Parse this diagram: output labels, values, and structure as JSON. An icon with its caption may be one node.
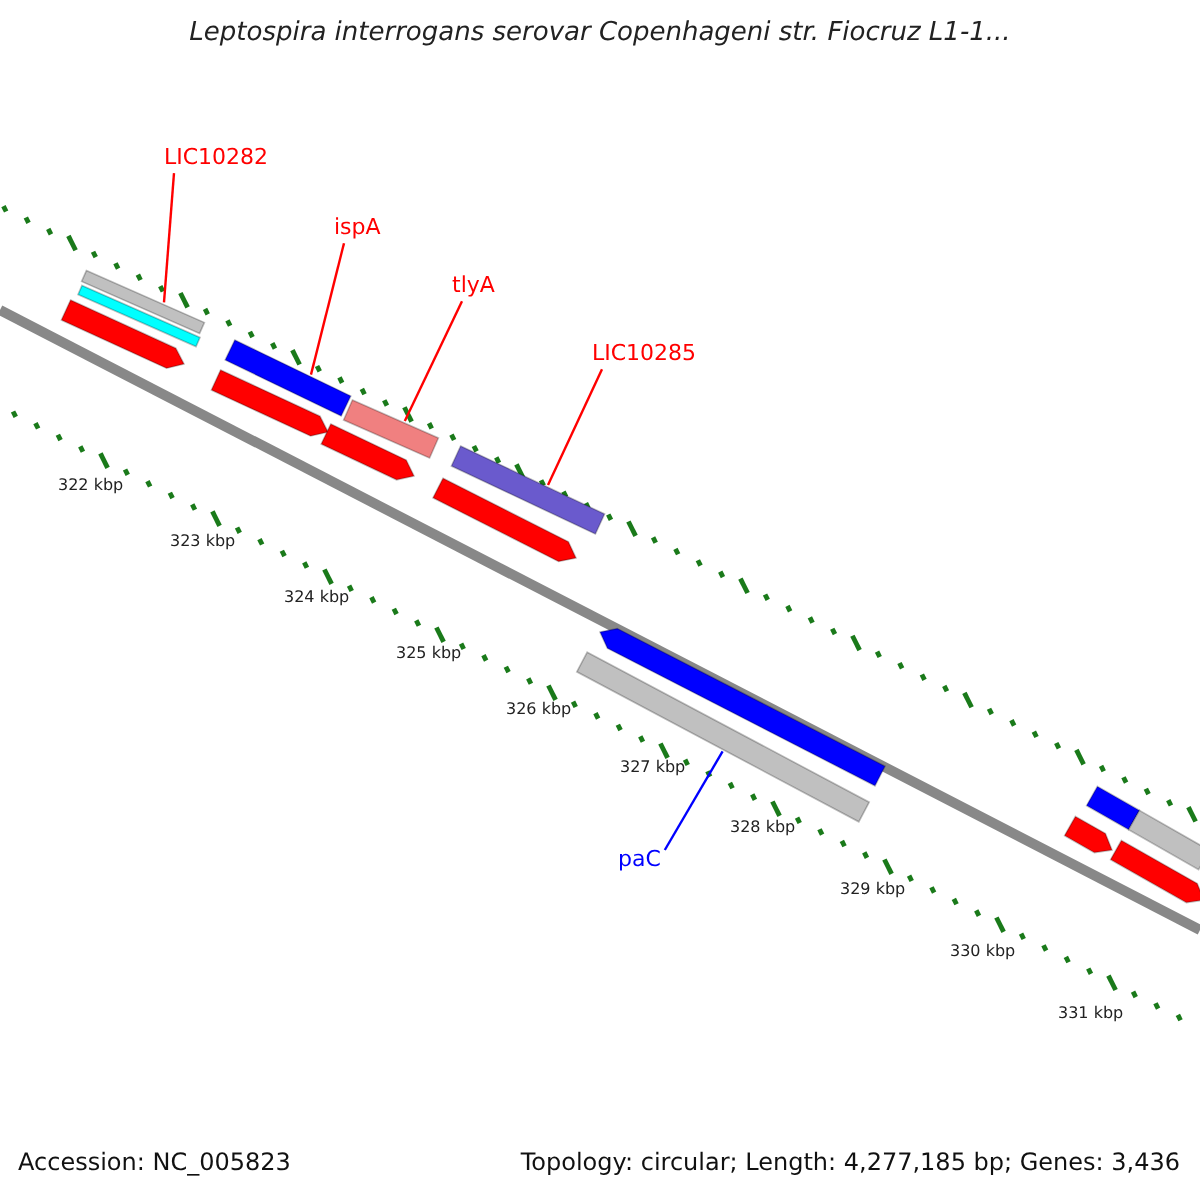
{
  "diagram": {
    "title": "Leptospira interrogans serovar Copenhageni str. Fiocruz L1-1...",
    "nodes": [
      {
        "text": [
          "LIC10282"
        ]
      },
      {
        "text": [
          "ispA"
        ]
      },
      {
        "text": [
          "tlyA"
        ]
      },
      {
        "text": [
          "LIC10285"
        ]
      },
      {
        "text": [
          "paC"
        ]
      },
      {
        "text": [],
        "shape": "arrow"
      },
      {
        "text": [],
        "shape": "bar"
      },
      {
        "text": [],
        "shape": "bar"
      },
      {
        "text": [],
        "shape": "arrow"
      },
      {
        "text": [],
        "shape": "bar"
      },
      {
        "text": [],
        "shape": "arrow"
      },
      {
        "text": [],
        "shape": "bar"
      },
      {
        "text": [],
        "shape": "arrow"
      },
      {
        "text": [],
        "shape": "bar"
      },
      {
        "text": [],
        "shape": "bar"
      },
      {
        "text": [],
        "shape": "arrow"
      },
      {
        "text": [],
        "shape": "arrow"
      },
      {
        "text": [],
        "shape": "bar"
      },
      {
        "text": [],
        "shape": "arrow"
      },
      {
        "text": [],
        "shape": "bar"
      }
    ],
    "edges": [
      {
        "from": 0,
        "to": 7,
        "arrow": "none"
      },
      {
        "from": 1,
        "to": 9,
        "arrow": "none"
      },
      {
        "from": 2,
        "to": 11,
        "arrow": "none"
      },
      {
        "from": 3,
        "to": 13,
        "arrow": "none"
      },
      {
        "from": 4,
        "to": 14,
        "arrow": "none",
        "color": "#0000ff"
      }
    ],
    "labels": [
      "322 kbp",
      "323 kbp",
      "324 kbp",
      "325 kbp",
      "326 kbp",
      "327 kbp",
      "328 kbp",
      "329 kbp",
      "330 kbp",
      "331 kbp",
      "Accession: NC_005823",
      "Topology: circular; Length: 4,277,185 bp; Genes: 3,436"
    ]
  }
}
